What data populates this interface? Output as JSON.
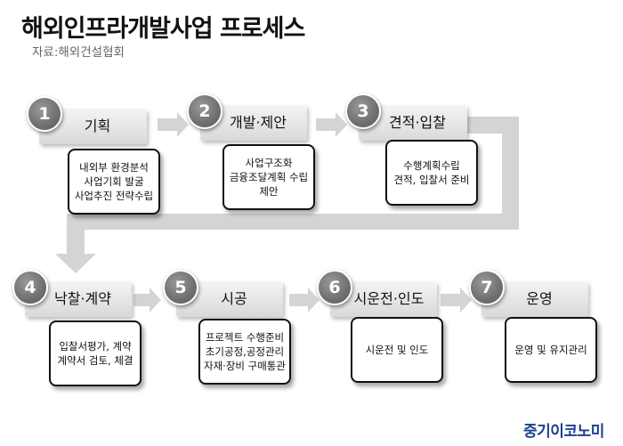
{
  "title": "해외인프라개발사업 프로세스",
  "source": "자료:해외건설협회",
  "brand": "중기이코노미",
  "steps": [
    {
      "number": "1",
      "label": "기획",
      "lines": [
        "내외부 환경분석",
        "사업기회 발굴",
        "사업추진 전략수립"
      ]
    },
    {
      "number": "2",
      "label": "개발·제안",
      "lines": [
        "사업구조화",
        "금융조달계획 수립",
        "제안"
      ]
    },
    {
      "number": "3",
      "label": "견적·입찰",
      "lines": [
        "수행계획수립",
        "견적, 입찰서 준비"
      ]
    },
    {
      "number": "4",
      "label": "낙찰·계약",
      "lines": [
        "입찰서평가, 계약",
        "계약서 검토, 체결"
      ]
    },
    {
      "number": "5",
      "label": "시공",
      "lines": [
        "프로젝트 수행준비",
        "초기공정,공정관리",
        "자재·장비 구매통관"
      ]
    },
    {
      "number": "6",
      "label": "시운전·인도",
      "lines": [
        "시운전 및 인도"
      ]
    },
    {
      "number": "7",
      "label": "운영",
      "lines": [
        "운영 및 유지관리"
      ]
    }
  ],
  "colors": {
    "arrow": "#d4d4d4",
    "brand": "#1d3f8f",
    "badge": "#7a7a7a"
  }
}
